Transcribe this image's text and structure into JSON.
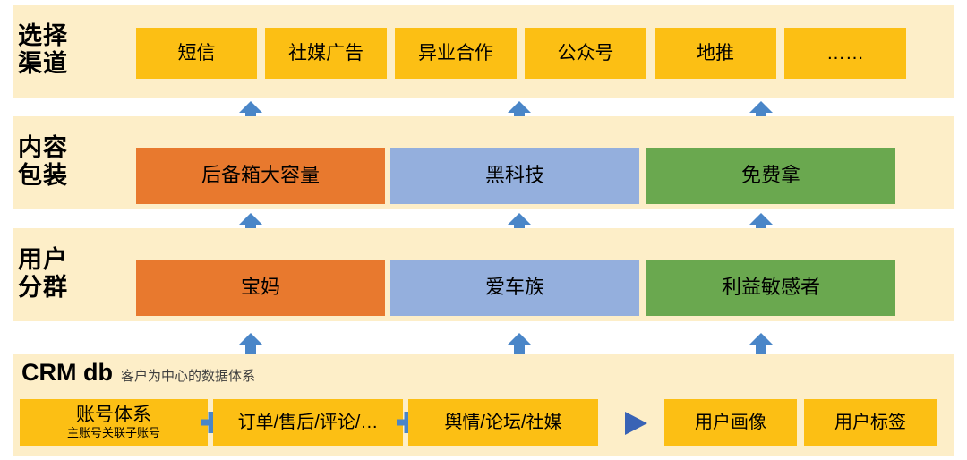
{
  "diagram": {
    "background": "#ffffff",
    "band_color": "#fdeec8",
    "accent_blue": "#4a86c8",
    "colors": {
      "yellow": "#fcbf14",
      "orange": "#e8792e",
      "blue": "#94afdd",
      "green": "#6aa84f"
    }
  },
  "rows": {
    "channel": {
      "label_line1": "选择",
      "label_line2": "渠道",
      "items": [
        {
          "label": "短信"
        },
        {
          "label": "社媒广告"
        },
        {
          "label": "异业合作"
        },
        {
          "label": "公众号"
        },
        {
          "label": "地推"
        },
        {
          "label": "……"
        }
      ]
    },
    "content": {
      "label_line1": "内容",
      "label_line2": "包装",
      "items": [
        {
          "label": "后备箱大容量",
          "color": "orange"
        },
        {
          "label": "黑科技",
          "color": "blue"
        },
        {
          "label": "免费拿",
          "color": "green"
        }
      ]
    },
    "segment": {
      "label_line1": "用户",
      "label_line2": "分群",
      "items": [
        {
          "label": "宝妈",
          "color": "orange"
        },
        {
          "label": "爱车族",
          "color": "blue"
        },
        {
          "label": "利益敏感者",
          "color": "green"
        }
      ]
    },
    "crm": {
      "title": "CRM db",
      "subtitle": "客户为中心的数据体系",
      "items": [
        {
          "main": "账号体系",
          "sub": "主账号关联子账号"
        },
        {
          "main": "订单/售后/评论/…",
          "sub": ""
        },
        {
          "main": "舆情/论坛/社媒",
          "sub": ""
        },
        {
          "main": "用户画像",
          "sub": ""
        },
        {
          "main": "用户标签",
          "sub": ""
        }
      ],
      "connector_plus": "plus-icon",
      "connector_play": "play-triangle-icon"
    }
  },
  "flow_arrows": [
    {
      "name": "arrow-segment-to-content-1"
    },
    {
      "name": "arrow-segment-to-content-2"
    },
    {
      "name": "arrow-segment-to-content-3"
    }
  ]
}
